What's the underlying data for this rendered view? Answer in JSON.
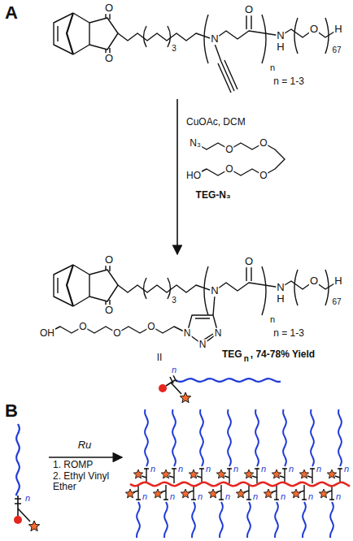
{
  "diagram": {
    "labels": [
      "A",
      "O",
      "O",
      "3",
      "N",
      "O",
      "n",
      "N",
      "H",
      "O",
      "H",
      "67",
      "n = 1-3",
      "CuOAc, DCM",
      "N₃",
      "O",
      "O",
      "HO",
      "O",
      "O",
      "TEG-N₃",
      "O",
      "O",
      "3",
      "N",
      "O",
      "n",
      "N",
      "H",
      "O",
      "H",
      "67",
      "n = 1-3",
      "N",
      "N",
      "N",
      "O",
      "O",
      "O",
      "OH",
      "TEG",
      "n",
      ", 74-78% Yield",
      "II",
      "n",
      "B",
      "n",
      "Ru",
      "1. ROMP",
      "2. Ethyl Vinyl Ether",
      "n",
      "n",
      "n",
      "n",
      "n",
      "n",
      "n",
      "n",
      "n",
      "n",
      "n",
      "n",
      "n",
      "n",
      "n",
      "n"
    ]
  }
}
